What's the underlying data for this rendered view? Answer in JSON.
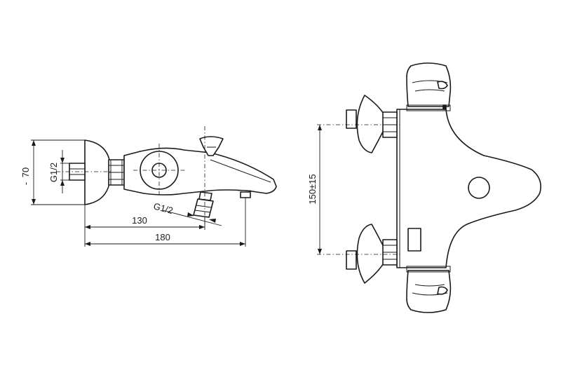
{
  "side_view": {
    "dim_height": "70",
    "dim_thread_left": "G1/2",
    "dim_thread_bottom": "G1/2",
    "dim_130": "130",
    "dim_180": "180"
  },
  "front_view": {
    "dim_spacing": "150±15"
  }
}
